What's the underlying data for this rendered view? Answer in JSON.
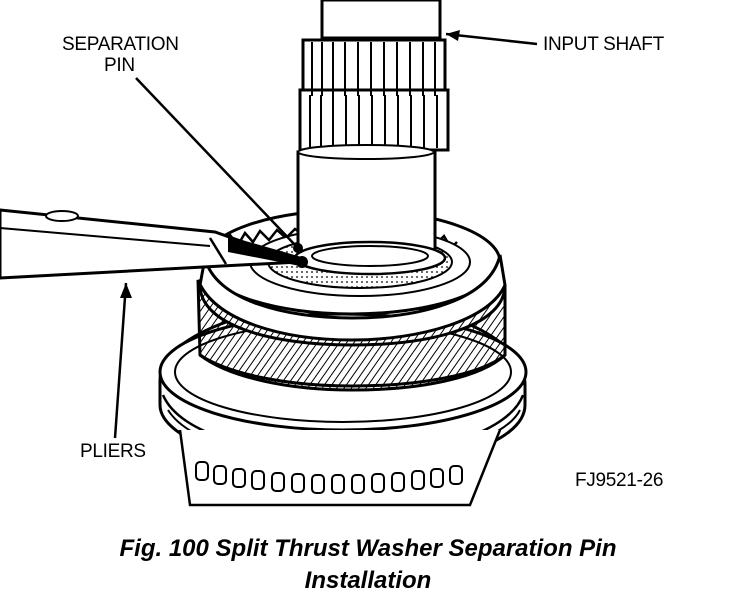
{
  "labels": {
    "separation_pin_line1": "SEPARATION",
    "separation_pin_line2": "PIN",
    "input_shaft": "INPUT SHAFT",
    "pliers": "PLIERS",
    "figure_code": "FJ9521-26"
  },
  "caption": {
    "line1": "Fig. 100 Split Thrust Washer Separation Pin",
    "line2": "Installation"
  },
  "colors": {
    "ink": "#000000",
    "paper": "#ffffff"
  }
}
